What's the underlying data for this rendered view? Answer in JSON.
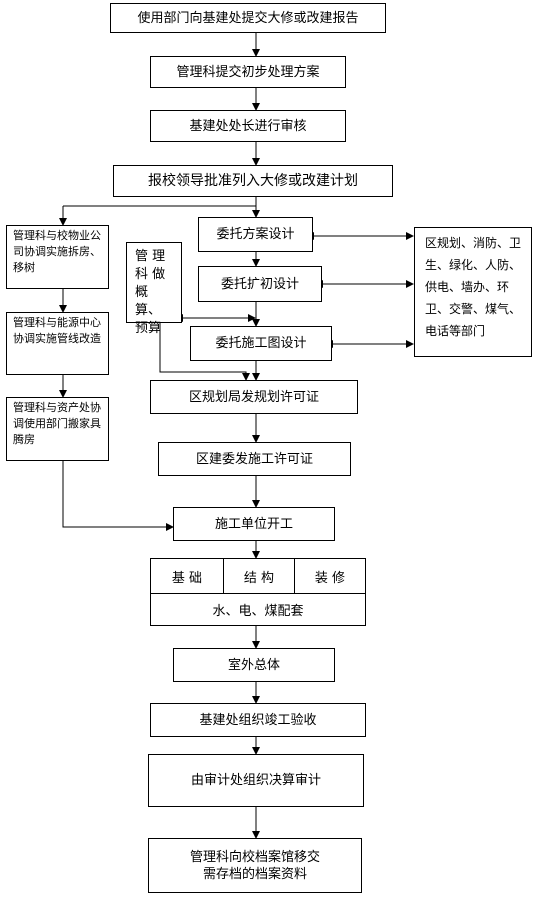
{
  "steps": {
    "s1": "使用部门向基建处提交大修或改建报告",
    "s2": "管理科提交初步处理方案",
    "s3": "基建处处长进行审核",
    "s4": "报校领导批准列入大修或改建计划",
    "s5": "委托方案设计",
    "s6": "委托扩初设计",
    "s7": "委托施工图设计",
    "s8": "区规划局发规划许可证",
    "s9": "区建委发施工许可证",
    "s10": "施工单位开工",
    "s11a": "基  础",
    "s11b": "结  构",
    "s11c": "装  修",
    "s12": "水、电、煤配套",
    "s13": "室外总体",
    "s14": "基建处组织竣工验收",
    "s15": "由审计处组织决算审计",
    "s16": "管理科向校档案馆移交\n需存档的档案资料"
  },
  "side": {
    "left1": "管理科与校物业公司协调实施拆房、移树",
    "left2": "管理科与能源中心协调实施管线改造",
    "left3": "管理科与资产处协调使用部门搬家具腾房",
    "budget": "管 理 科 做 概算、预算",
    "depts": "区规划、消防、卫生、绿化、人防、供电、墙办、环卫、交警、煤气、电话等部门"
  }
}
